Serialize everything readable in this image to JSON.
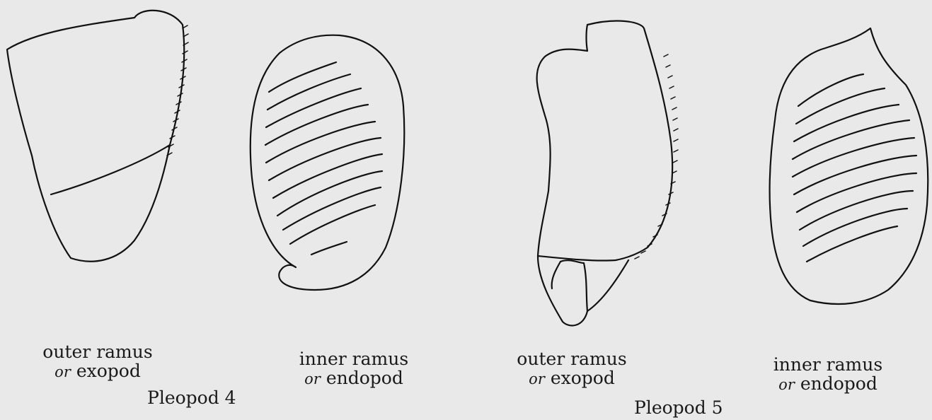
{
  "colors": {
    "background": "#e9e9e9",
    "ink": "#111111"
  },
  "figures": [
    {
      "name": "pleopod-4-outer",
      "line1": "outer ramus",
      "or": "or",
      "line2": "exopod"
    },
    {
      "name": "pleopod-4-inner",
      "line1": "inner ramus",
      "or": "or",
      "line2": "endopod"
    },
    {
      "name": "pleopod-5-outer",
      "line1": "outer ramus",
      "or": "or",
      "line2": "exopod"
    },
    {
      "name": "pleopod-5-inner",
      "line1": "inner ramus",
      "or": "or",
      "line2": "endopod"
    }
  ],
  "captions": {
    "pleopod4": "Pleopod 4",
    "pleopod5": "Pleopod 5"
  }
}
